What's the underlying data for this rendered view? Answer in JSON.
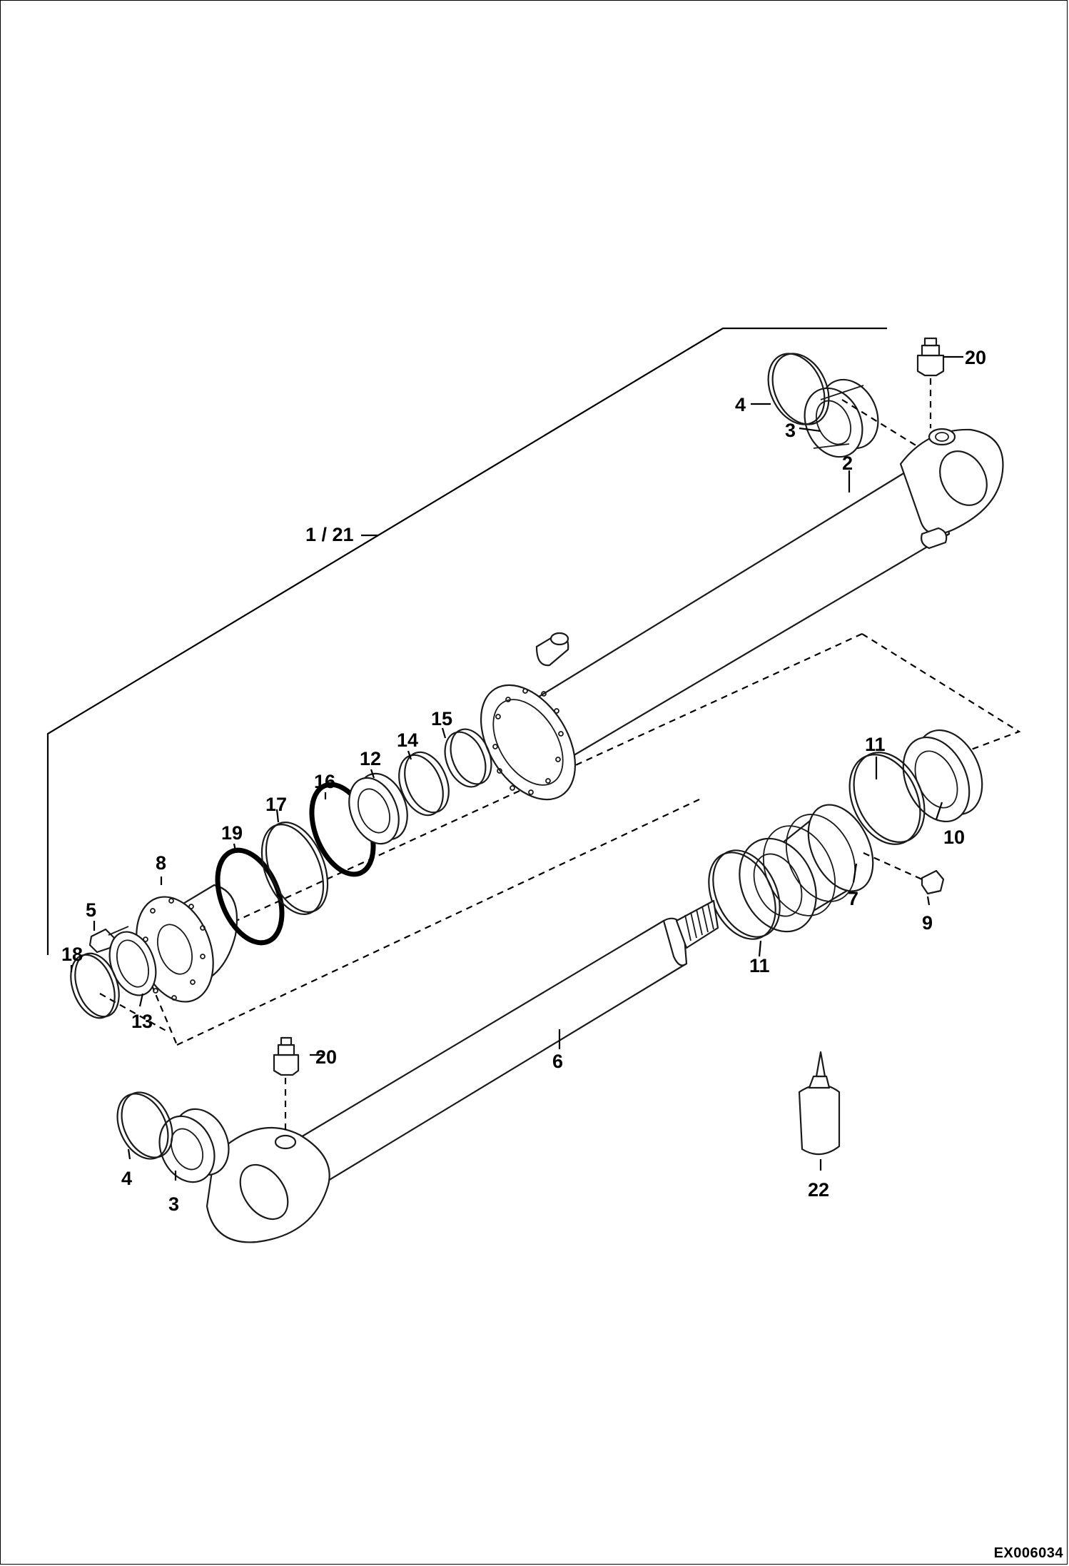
{
  "figure_code": "EX006034",
  "callouts": {
    "c1_21": "1 / 21",
    "c2": "2",
    "c3a": "3",
    "c3b": "3",
    "c4a": "4",
    "c4b": "4",
    "c5": "5",
    "c6": "6",
    "c7": "7",
    "c8": "8",
    "c9": "9",
    "c10": "10",
    "c11a": "11",
    "c11b": "11",
    "c12": "12",
    "c13": "13",
    "c14": "14",
    "c15": "15",
    "c16": "16",
    "c17": "17",
    "c18": "18",
    "c19": "19",
    "c20a": "20",
    "c20b": "20",
    "c22": "22"
  }
}
